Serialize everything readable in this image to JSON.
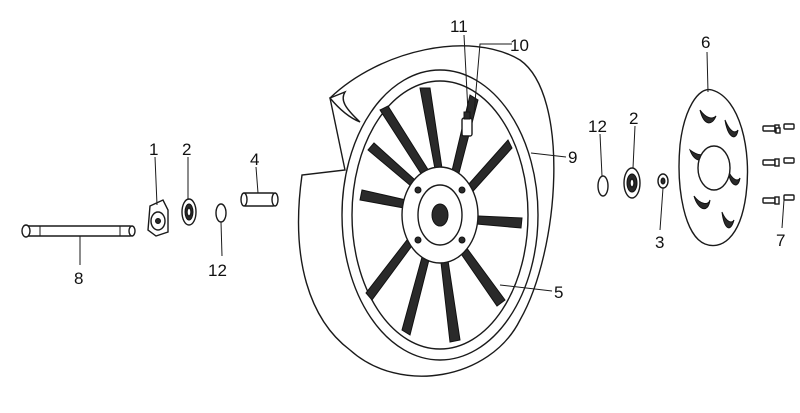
{
  "diagram": {
    "callouts": {
      "c1": "1",
      "c2a": "2",
      "c2b": "2",
      "c3": "3",
      "c4": "4",
      "c5": "5",
      "c6": "6",
      "c7": "7",
      "c8": "8",
      "c9": "9",
      "c10": "10",
      "c11": "11",
      "c12a": "12",
      "c12b": "12"
    }
  }
}
